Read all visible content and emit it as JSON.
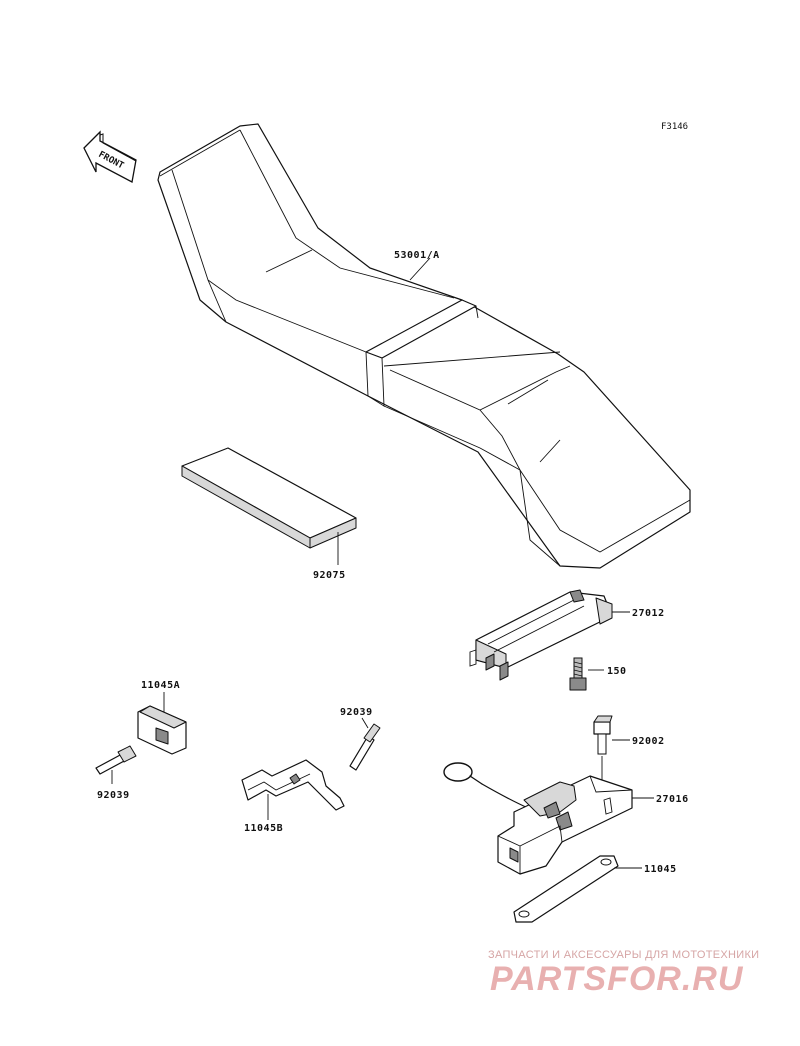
{
  "figure_code": "F3146",
  "front_label": "FRONT",
  "parts": {
    "seat": "53001/A",
    "pad": "92075",
    "bracket_upper": "27012",
    "bolt_upper": "150",
    "damper": "11045A",
    "pin_left": "92039",
    "pin_mid": "92039",
    "bracket_left": "11045B",
    "bolt_lower": "92002",
    "seat_lock": "27016",
    "plate": "11045"
  },
  "watermark": {
    "tagline": "ЗАПЧАСТИ И АКСЕССУАРЫ ДЛЯ МОТОТЕХНИКИ",
    "brand": "PARTSFOR.RU"
  }
}
